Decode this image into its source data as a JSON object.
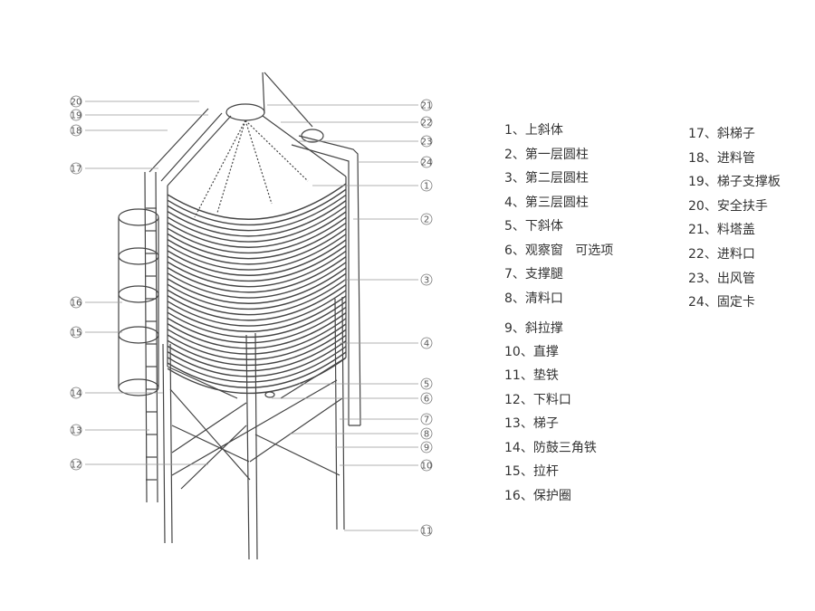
{
  "callouts_left": [
    "20",
    "19",
    "18",
    "17",
    "16",
    "15",
    "14",
    "13",
    "12"
  ],
  "callouts_right": [
    "21",
    "22",
    "23",
    "24",
    "1",
    "2",
    "3",
    "4",
    "5",
    "6",
    "7",
    "8",
    "9",
    "10",
    "11"
  ],
  "legend_col1": [
    "1、上斜体",
    "2、第一层圆柱",
    "3、第二层圆柱",
    "4、第三层圆柱",
    "5、下斜体",
    "6、观察窗   可选项",
    "7、支撑腿",
    "8、清料口",
    "9、斜拉撑",
    "10、直撑",
    "11、垫铁",
    "12、下料口",
    "13、梯子",
    "14、防鼓三角铁",
    "15、拉杆",
    "16、保护圈"
  ],
  "legend_col2": [
    "17、斜梯子",
    "18、进料管",
    "19、梯子支撑板",
    "20、安全扶手",
    "21、料塔盖",
    "22、进料口",
    "23、出风管",
    "24、固定卡"
  ],
  "colors": {
    "line": "#444444",
    "leader": "#999999",
    "text": "#333333"
  }
}
